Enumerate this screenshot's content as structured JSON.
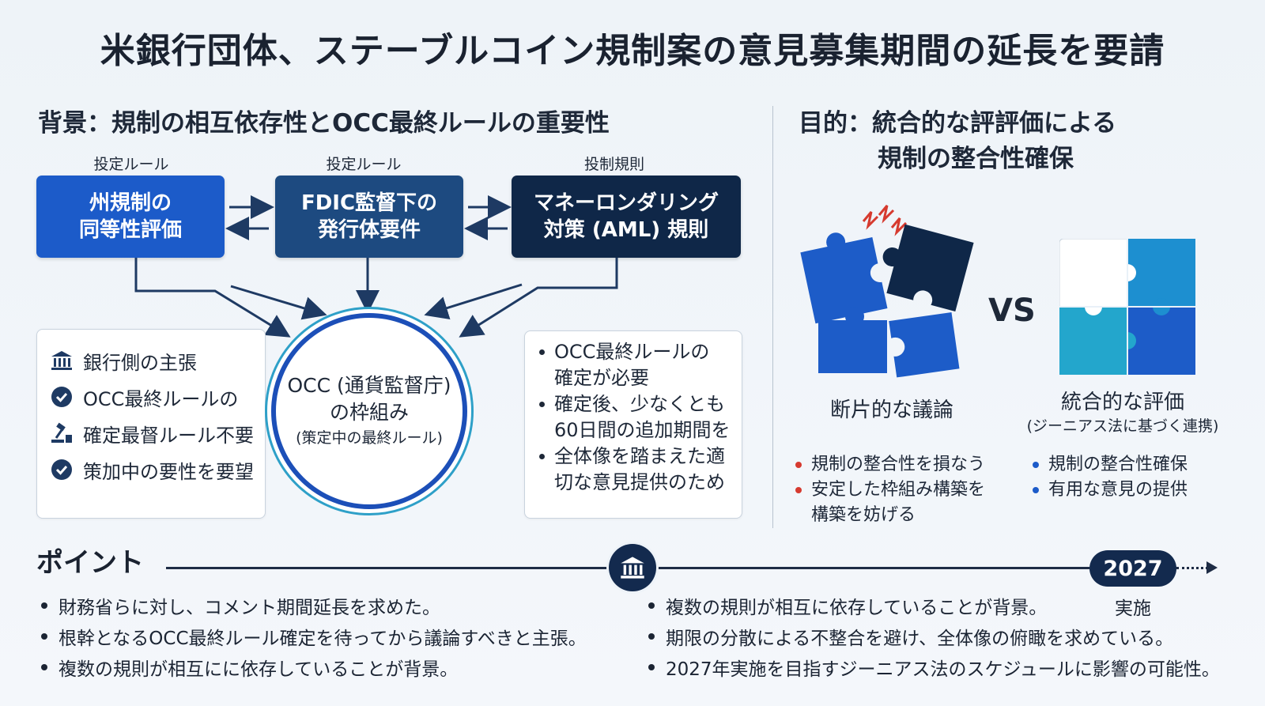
{
  "title": "米銀行団体、ステーブルコイン規制案の意見募集期間の延長を要請",
  "background": {
    "heading": "背景：規制の相互依存性とOCC最終ルールの重要性",
    "rules": [
      {
        "label": "投定ルール",
        "line1": "州規制の",
        "line2": "同等性評価",
        "color": "#1c5bc9"
      },
      {
        "label": "投定ルール",
        "line1": "FDIC監督下の",
        "line2": "発行体要件",
        "color": "#1d4a80"
      },
      {
        "label": "投制規則",
        "line1": "マネーロンダリング",
        "line2": "対策 (AML) 規則",
        "color": "#0f2748"
      }
    ],
    "claims": {
      "heading": "銀行側の主張",
      "items": [
        "OCC最終ルールの",
        "確定最督ルール不要",
        "策加中の要性を要望"
      ]
    },
    "center": {
      "line1": "OCC (通貨監督庁)",
      "line2": "の枠組み",
      "line3": "(策定中の最終ルール)"
    },
    "notes": [
      {
        "line1": "OCC最終ルールの",
        "line2": "確定が必要"
      },
      {
        "line1": "確定後、少なくとも",
        "line2": "60日間の追加期間を"
      },
      {
        "line1": "全体像を踏まえた適",
        "line2": "切な意見提供のため"
      }
    ]
  },
  "purpose": {
    "heading_line1": "目的：統合的な評評価による",
    "heading_line2": "規制の整合性確保",
    "vs": "VS",
    "left": {
      "title": "断片的な議論",
      "bullets": [
        "規制の整合性を損なう",
        "安定した枠組み構築を",
        "構築を妨げる"
      ],
      "bullet_color": "#d63a2f"
    },
    "right": {
      "title": "統合的な評価",
      "subtitle": "(ジーニアス法に基づく連携)",
      "bullets": [
        "規制の整合性確保",
        "有用な意見の提供"
      ],
      "bullet_color": "#1c5bc9"
    },
    "puzzle_colors": {
      "blue": "#1d5cc8",
      "navy": "#0f2748",
      "light": "#1d8fd0",
      "teal": "#23a6cc"
    }
  },
  "points": {
    "heading": "ポイント",
    "year": "2027",
    "year_caption": "実施",
    "left_items": [
      "財務省らに対し、コメント期間延長を求めた。",
      "根幹となるOCC最終ルール確定を待ってから議論すべきと主張。",
      "複数の規則が相互にに依存していることが背景。"
    ],
    "right_items": [
      "複数の規則が相互に依存していることが背景。",
      "期限の分散による不整合を避け、全体像の俯瞰を求めている。",
      "2027年実施を目指すジーニアス法のスケジュールに影響の可能性。"
    ]
  }
}
